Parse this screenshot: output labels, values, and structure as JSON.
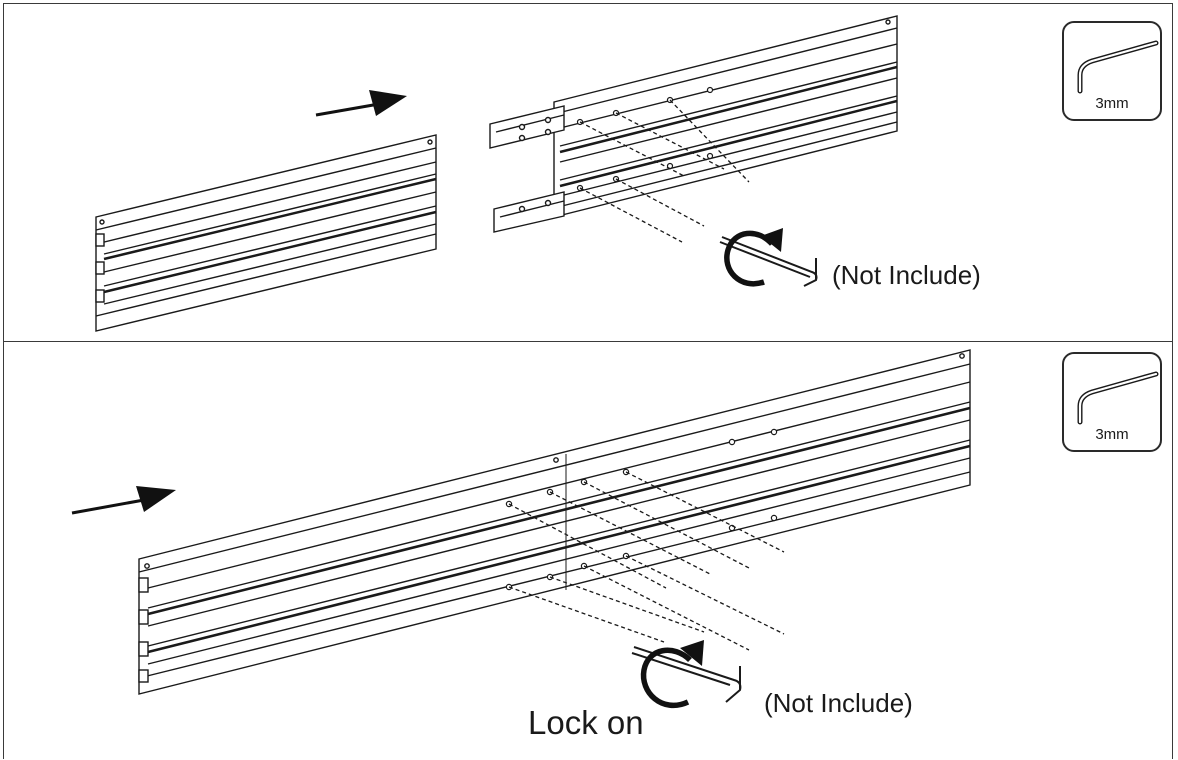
{
  "steps": [
    {
      "tool": {
        "icon": "hex-key-icon",
        "size_label": "3mm"
      },
      "note": "(Not Include)"
    },
    {
      "tool": {
        "icon": "hex-key-icon",
        "size_label": "3mm"
      },
      "note": "(Not Include)",
      "caption": "Lock on"
    }
  ]
}
